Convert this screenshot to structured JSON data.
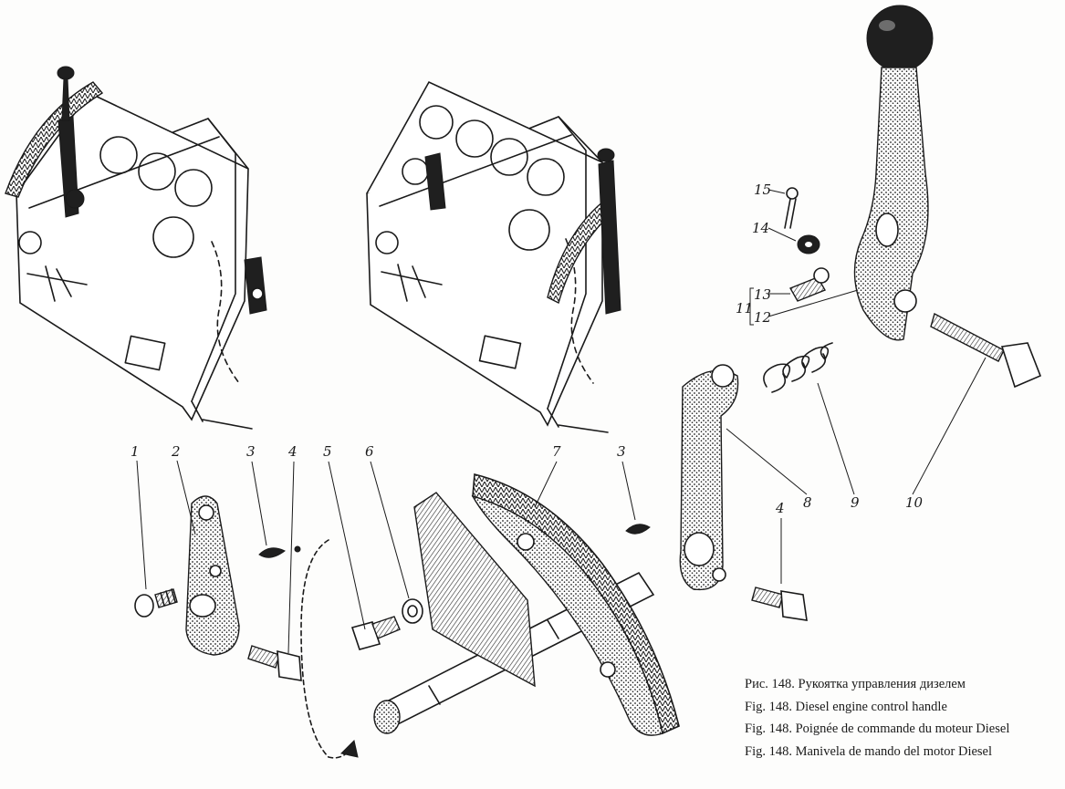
{
  "callouts": [
    {
      "id": "c1",
      "text": "1"
    },
    {
      "id": "c2",
      "text": "2"
    },
    {
      "id": "c3a",
      "text": "3"
    },
    {
      "id": "c4a",
      "text": "4"
    },
    {
      "id": "c5",
      "text": "5"
    },
    {
      "id": "c6",
      "text": "6"
    },
    {
      "id": "c7",
      "text": "7"
    },
    {
      "id": "c3b",
      "text": "3"
    },
    {
      "id": "c8",
      "text": "8"
    },
    {
      "id": "c9",
      "text": "9"
    },
    {
      "id": "c10",
      "text": "10"
    },
    {
      "id": "c4b",
      "text": "4"
    },
    {
      "id": "c11",
      "text": "11"
    },
    {
      "id": "c12",
      "text": "12"
    },
    {
      "id": "c13",
      "text": "13"
    },
    {
      "id": "c14",
      "text": "14"
    },
    {
      "id": "c15",
      "text": "15"
    }
  ],
  "caption": {
    "ru": "Рис. 148. Рукоятка управления дизелем",
    "en": "Fig. 148. Diesel engine control handle",
    "fr": "Fig. 148. Poignée de commande du moteur Diesel",
    "es": "Fig. 148. Manivela de mando del motor Diesel"
  }
}
